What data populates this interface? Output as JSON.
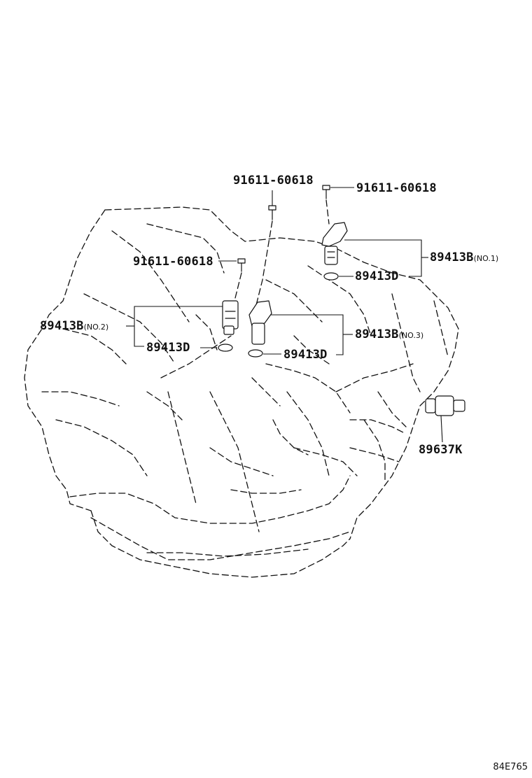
{
  "callouts": {
    "bolt_top_left": "91611-60618",
    "bolt_top_right": "91611-60618",
    "bolt_mid_left": "91611-60618",
    "sensor_no1": "89413B",
    "sensor_no1_suffix": "(NO.1)",
    "oring_no1": "89413D",
    "sensor_no2": "89413B",
    "sensor_no2_suffix": "(NO.2)",
    "oring_no2": "89413D",
    "sensor_no3": "89413B",
    "sensor_no3_suffix": "(NO.3)",
    "oring_no3": "89413D",
    "switch": "89637K"
  },
  "figure_code": "84E765"
}
